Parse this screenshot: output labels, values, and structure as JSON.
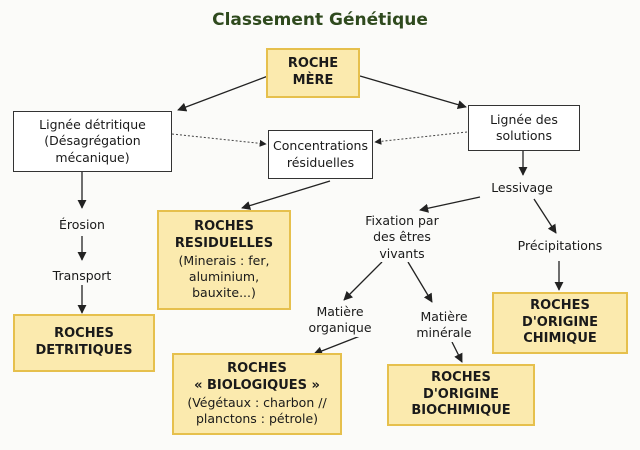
{
  "title": "Classement Génétique",
  "nodes": {
    "roche_mere": [
      "ROCHE",
      "MÈRE"
    ],
    "lignee_detritique": [
      "Lignée détritique",
      "(Désagrégation",
      "mécanique)"
    ],
    "concentrations": [
      "Concentrations",
      "résiduelles"
    ],
    "lignee_solutions": [
      "Lignée des",
      "solutions"
    ],
    "lessivage": "Lessivage",
    "erosion": "Érosion",
    "transport": "Transport",
    "roches_residuelles": [
      "ROCHES",
      "RESIDUELLES"
    ],
    "roches_residuelles_detail": [
      "(Minerais : fer,",
      "aluminium,",
      "bauxite...)"
    ],
    "fixation": [
      "Fixation par",
      "des êtres",
      "vivants"
    ],
    "precipitations": "Précipitations",
    "matiere_organique": [
      "Matière",
      "organique"
    ],
    "matiere_minerale": [
      "Matière",
      "minérale"
    ],
    "roches_detritiques": [
      "ROCHES",
      "DETRITIQUES"
    ],
    "roches_chimique": [
      "ROCHES",
      "D'ORIGINE",
      "CHIMIQUE"
    ],
    "roches_biologiques": [
      "ROCHES",
      "« BIOLOGIQUES »"
    ],
    "roches_biologiques_detail": [
      "(Végétaux : charbon //",
      "planctons : pétrole)"
    ],
    "roches_biochimique": [
      "ROCHES",
      "D'ORIGINE",
      "BIOCHIMIQUE"
    ]
  },
  "colors": {
    "title": "#2f4a1e",
    "yellow_fill": "#fbeaae",
    "yellow_border": "#e6c04d",
    "line": "#222222"
  }
}
